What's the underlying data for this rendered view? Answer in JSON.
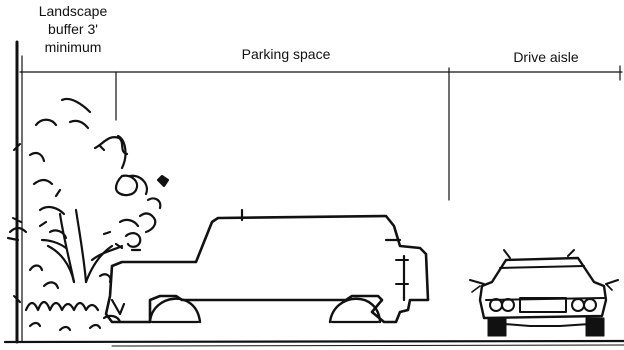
{
  "labels": {
    "landscape_line1": "Landscape",
    "landscape_line2": "buffer 3'",
    "landscape_line3": "minimum",
    "parking_space": "Parking space",
    "drive_aisle": "Drive aisle"
  },
  "colors": {
    "ink": "#111111",
    "background": "#ffffff"
  }
}
